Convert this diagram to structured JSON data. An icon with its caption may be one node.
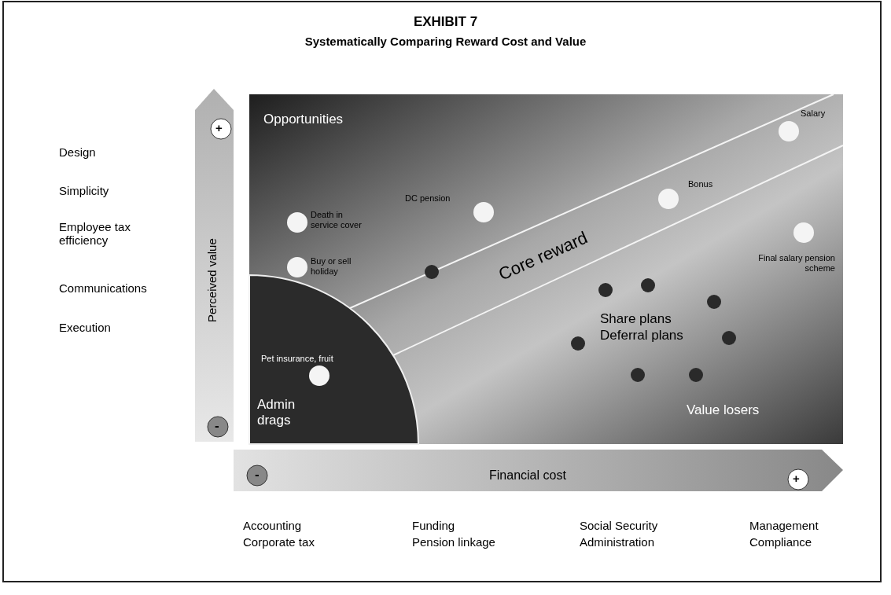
{
  "diagram": {
    "title": "EXHIBIT 7",
    "labels": [
      "Systematically Comparing Reward Cost and Value",
      "+",
      "Opportunities",
      "Salary",
      "Design",
      "Simplicity",
      "DC pension",
      "Bonus",
      "Death in service cover",
      "Employee tax efficiency",
      "Perceived value",
      "Core reward",
      "Buy or sell holiday",
      "Final salary pension scheme",
      "Communications",
      "Share plans",
      "Deferral plans",
      "Execution",
      "Pet insurance, fruit",
      "Admin drags",
      "Value losers",
      "-",
      "-",
      "Financial cost",
      "+",
      "Accounting",
      "Funding",
      "Social Security",
      "Management",
      "Corporate tax",
      "Pension linkage",
      "Administration",
      "Compliance"
    ]
  }
}
